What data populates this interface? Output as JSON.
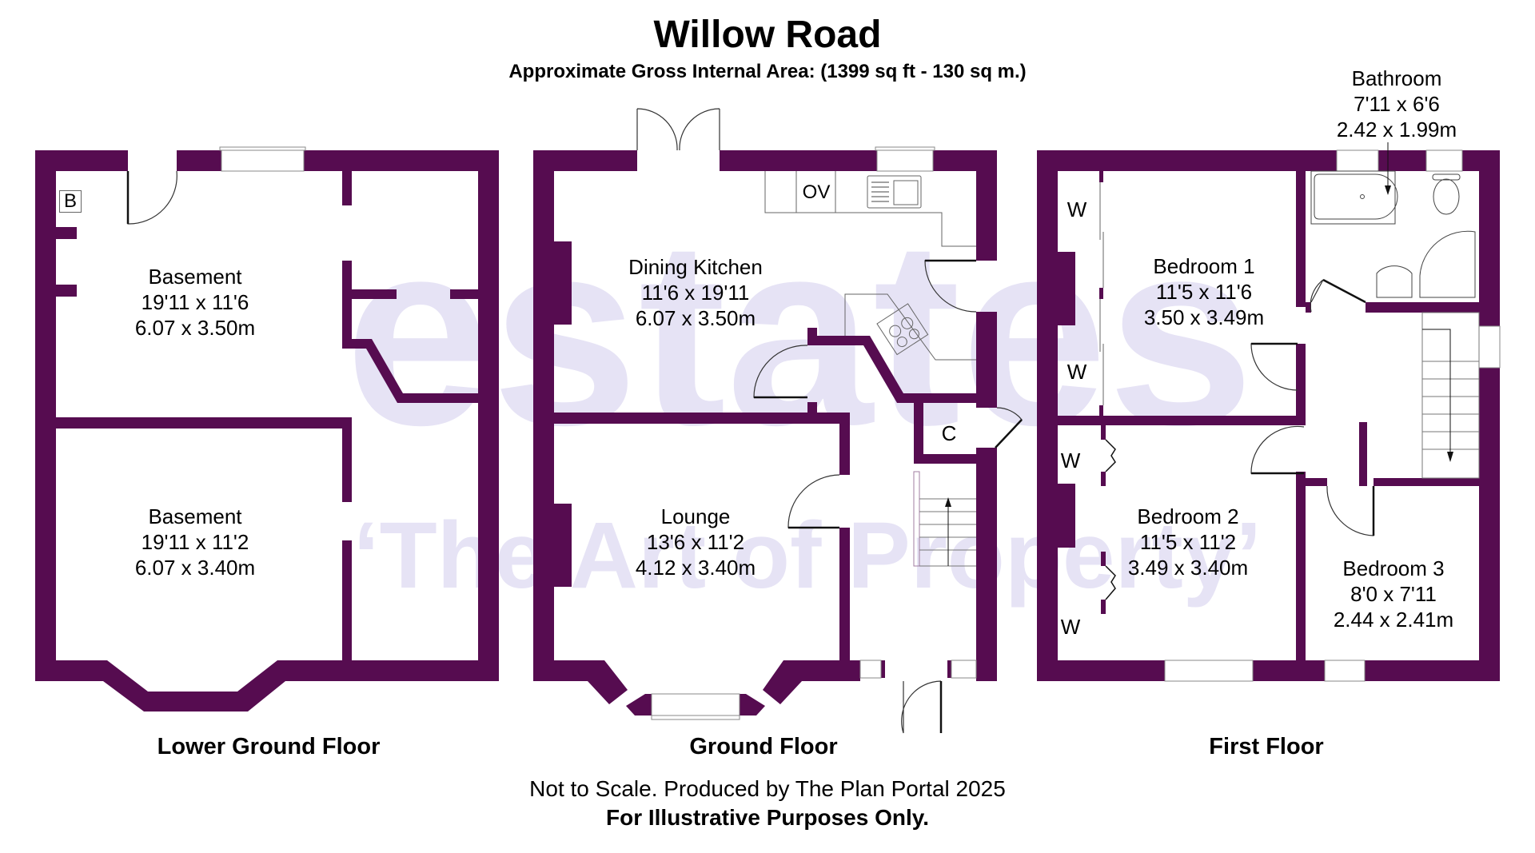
{
  "header": {
    "title": "Willow Road",
    "subtitle": "Approximate Gross Internal Area: (1399 sq ft - 130 sq m.)"
  },
  "colors": {
    "wall": "#560C50",
    "watermark": "#E6E3F5",
    "fixture_line": "#555555"
  },
  "watermark": {
    "line1": "estates",
    "line2": "‘The Art of Property’"
  },
  "floors": [
    {
      "name": "Lower Ground Floor",
      "rooms": [
        {
          "name": "Basement",
          "imperial": "19'11 x 11'6",
          "metric": "6.07 x 3.50m"
        },
        {
          "name": "Basement",
          "imperial": "19'11 x 11'2",
          "metric": "6.07 x 3.40m"
        }
      ],
      "tags": {
        "boiler": "B"
      }
    },
    {
      "name": "Ground Floor",
      "rooms": [
        {
          "name": "Dining Kitchen",
          "imperial": "11'6 x 19'11",
          "metric": "6.07 x 3.50m"
        },
        {
          "name": "Lounge",
          "imperial": "13'6 x 11'2",
          "metric": "4.12 x 3.40m"
        }
      ],
      "tags": {
        "oven": "OV",
        "cupboard": "C"
      }
    },
    {
      "name": "First Floor",
      "rooms": [
        {
          "name": "Bathroom",
          "imperial": "7'11 x 6'6",
          "metric": "2.42 x 1.99m"
        },
        {
          "name": "Bedroom 1",
          "imperial": "11'5 x 11'6",
          "metric": "3.50 x 3.49m"
        },
        {
          "name": "Bedroom 2",
          "imperial": "11'5 x 11'2",
          "metric": "3.49 x 3.40m"
        },
        {
          "name": "Bedroom 3",
          "imperial": "8'0 x 7'11",
          "metric": "2.44 x 2.41m"
        }
      ],
      "tags": {
        "wardrobe": "W"
      }
    }
  ],
  "footer": {
    "line1": "Not to Scale. Produced by The Plan Portal 2025",
    "line2": "For Illustrative Purposes Only."
  }
}
